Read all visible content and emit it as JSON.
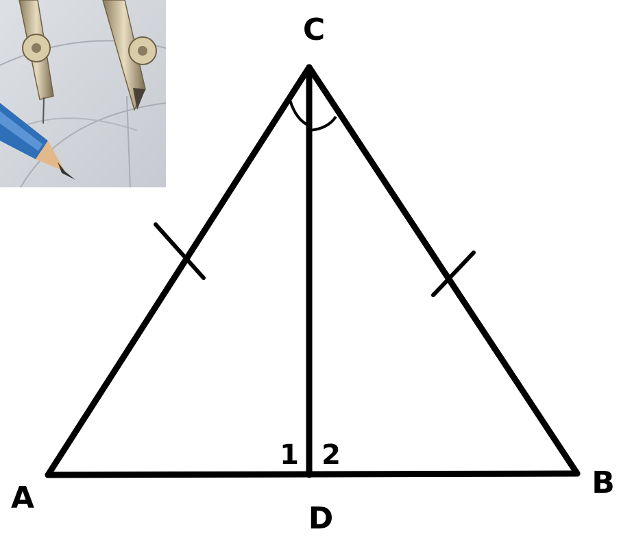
{
  "diagram": {
    "vertices": {
      "a": "A",
      "b": "B",
      "c": "C",
      "d": "D"
    },
    "angles": {
      "one": "1",
      "two": "2"
    },
    "colors": {
      "stroke": "#000000",
      "background": "#ffffff"
    }
  },
  "photo": {
    "description_icon": "compass-and-pencil-photo"
  }
}
